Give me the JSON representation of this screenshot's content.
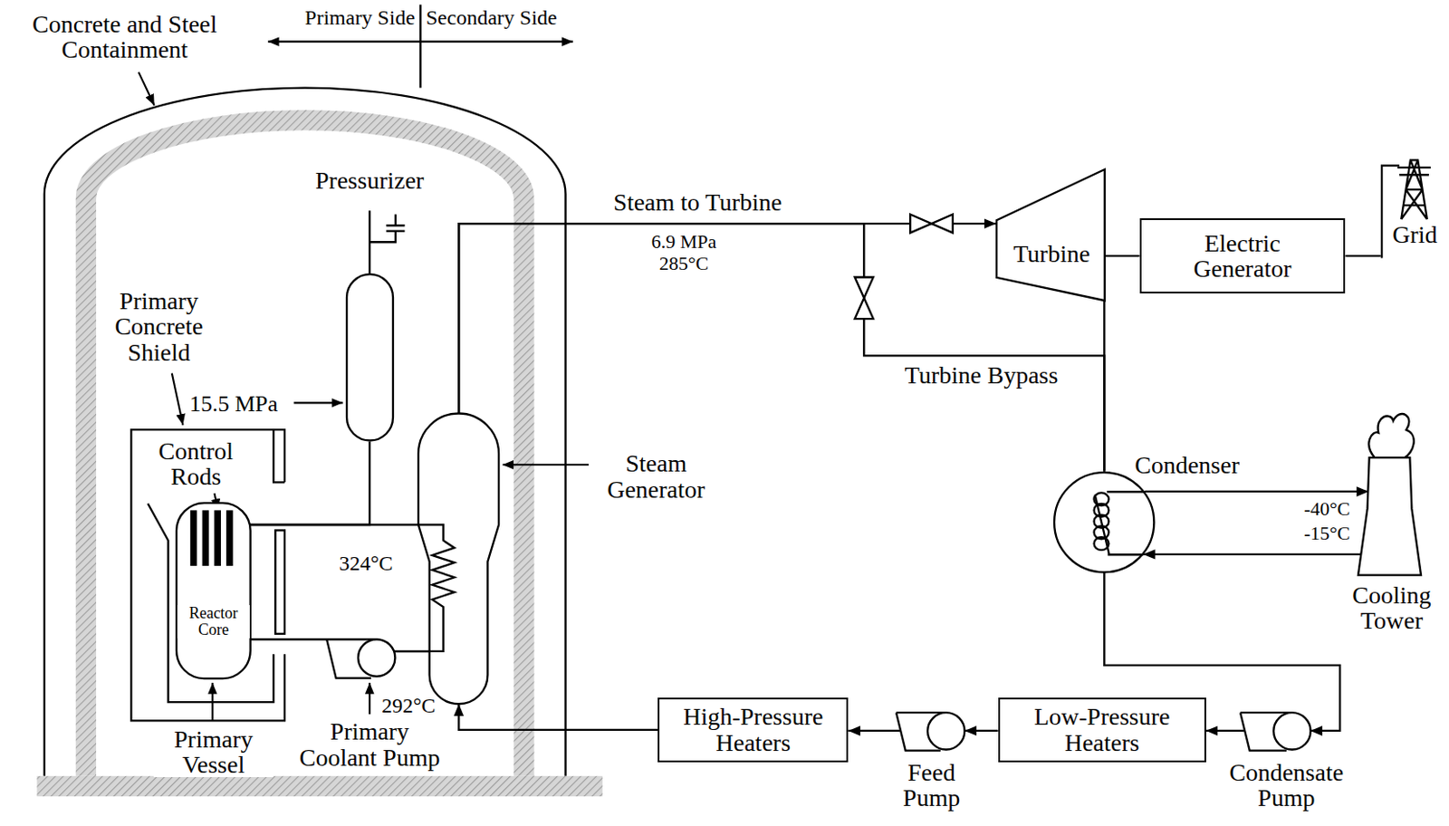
{
  "diagram": {
    "nodes": [
      {
        "text": [
          "Pressurizer"
        ]
      },
      {
        "text": [
          "Reactor Core",
          "Primary Vessel"
        ]
      },
      {
        "text": [
          "Primary Coolant Pump"
        ]
      },
      {
        "text": [
          "Steam Generator"
        ]
      },
      {
        "text": [
          "Turbine"
        ]
      },
      {
        "text": [
          "Electric Generator"
        ]
      },
      {
        "text": [
          "Grid"
        ]
      },
      {
        "text": [
          "Condenser"
        ]
      },
      {
        "text": [
          "Cooling Tower"
        ]
      },
      {
        "text": [
          "High-Pressure Heaters"
        ]
      },
      {
        "text": [
          "Feed Pump"
        ]
      },
      {
        "text": [
          "Low-Pressure Heaters"
        ]
      },
      {
        "text": [
          "Condensate Pump"
        ]
      }
    ],
    "edges": [
      {
        "from": 1,
        "to": 3,
        "arrow": "none"
      },
      {
        "from": 3,
        "to": 2,
        "arrow": "none"
      },
      {
        "from": 2,
        "to": 1,
        "arrow": "none"
      },
      {
        "from": 0,
        "to": 1,
        "arrow": "none"
      },
      {
        "from": 3,
        "to": 4,
        "arrow": "to",
        "label": "Steam to Turbine"
      },
      {
        "from": 3,
        "to": 7,
        "arrow": "none",
        "label": "Turbine Bypass"
      },
      {
        "from": 4,
        "to": 7,
        "arrow": "none"
      },
      {
        "from": 4,
        "to": 5,
        "arrow": "none"
      },
      {
        "from": 5,
        "to": 6,
        "arrow": "none"
      },
      {
        "from": 7,
        "to": 8,
        "arrow": "to"
      },
      {
        "from": 8,
        "to": 7,
        "arrow": "to"
      },
      {
        "from": 7,
        "to": 12,
        "arrow": "to"
      },
      {
        "from": 12,
        "to": 11,
        "arrow": "to"
      },
      {
        "from": 11,
        "to": 10,
        "arrow": "to"
      },
      {
        "from": 10,
        "to": 9,
        "arrow": "to"
      },
      {
        "from": 9,
        "to": 3,
        "arrow": "to"
      }
    ],
    "labels": [
      "Primary Side",
      "Secondary Side",
      "Concrete and Steel Containment",
      "Primary Concrete Shield",
      "15.5 MPa",
      "Control Rods",
      "324°C",
      "292°C",
      "6.9 MPa",
      "285°C",
      "-40°C",
      "-15°C"
    ]
  }
}
